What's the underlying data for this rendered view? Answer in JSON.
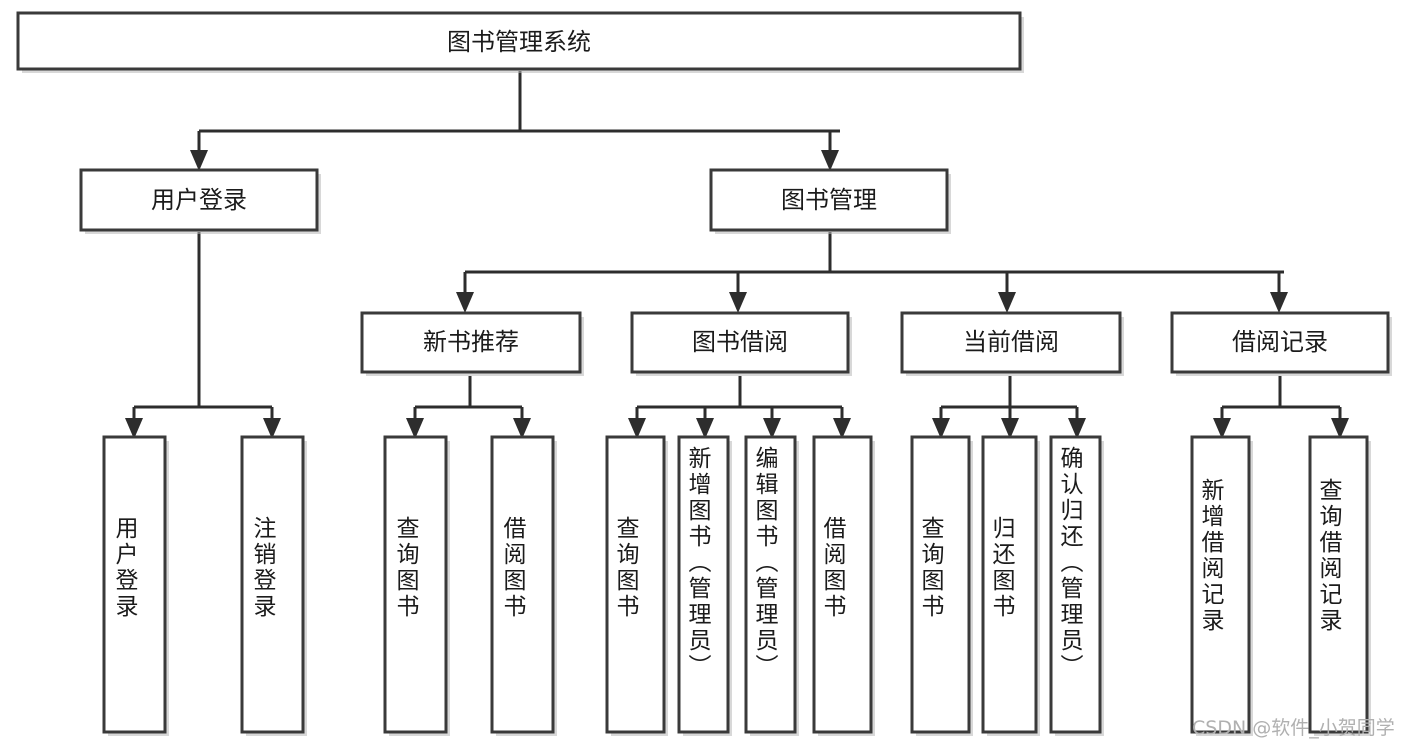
{
  "diagram": {
    "title": "图书管理系统",
    "type": "tree-hierarchy-chart",
    "orientation": "top-down",
    "root": {
      "label": "图书管理系统"
    },
    "level1": [
      {
        "label": "用户登录"
      },
      {
        "label": "图书管理"
      }
    ],
    "level2": [
      {
        "label": "新书推荐"
      },
      {
        "label": "图书借阅"
      },
      {
        "label": "当前借阅"
      },
      {
        "label": "借阅记录"
      }
    ],
    "leaves": {
      "user_login": [
        {
          "label": "用户登录"
        },
        {
          "label": "注销登录"
        }
      ],
      "new_book_recommend": [
        {
          "label": "查询图书"
        },
        {
          "label": "借阅图书"
        }
      ],
      "book_borrow": [
        {
          "label": "查询图书"
        },
        {
          "label": "新增图书（管理员）"
        },
        {
          "label": "编辑图书（管理员）"
        },
        {
          "label": "借阅图书"
        }
      ],
      "current_borrow": [
        {
          "label": "查询图书"
        },
        {
          "label": "归还图书"
        },
        {
          "label": "确认归还（管理员）"
        }
      ],
      "borrow_record": [
        {
          "label": "新增借阅记录"
        },
        {
          "label": "查询借阅记录"
        }
      ]
    }
  },
  "watermark": {
    "text": "CSDN @软件_小贺同学"
  },
  "colors": {
    "box_stroke": "#3a3a3a",
    "connector": "#2d2d2d",
    "background": "#ffffff",
    "text": "#1b1b1b",
    "watermark": "#b0b0b0"
  }
}
